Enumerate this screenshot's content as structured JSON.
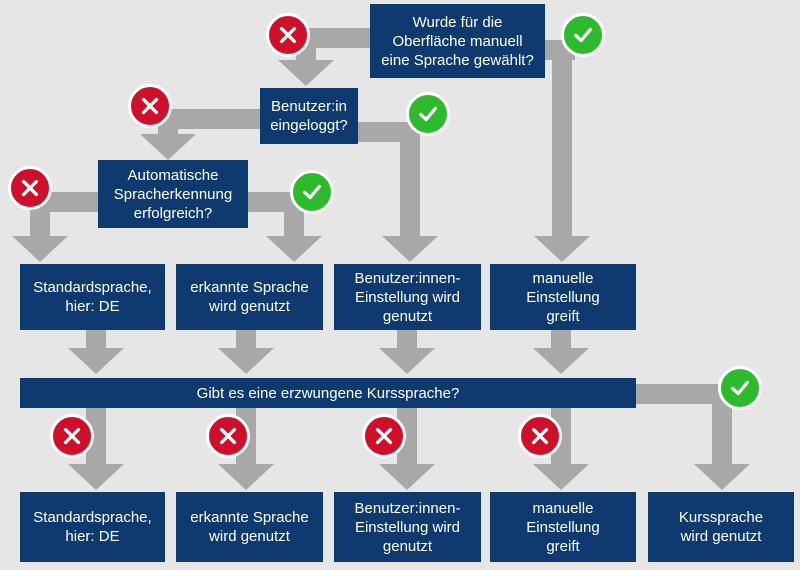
{
  "colors": {
    "box": "#0e3a70",
    "connector": "#a8a8a8",
    "no_badge": "#d0102a",
    "yes_badge": "#2dba2d",
    "background": "#e6e6e6"
  },
  "icons": {
    "no": "x-icon",
    "yes": "checkmark-icon"
  },
  "questions": {
    "manual_language": "Wurde für die\nOberfläche manuell\neine Sprache gewählt?",
    "logged_in": "Benutzer:in\neingeloggt?",
    "auto_detection": "Automatische\nSpracherkennung\nerfolgreich?",
    "forced_course_language": "Gibt es eine erzwungene Kurssprache?"
  },
  "results_top": [
    "Standardsprache,\nhier: DE",
    "erkannte Sprache\nwird genutzt",
    "Benutzer:innen-\nEinstellung wird\ngenutzt",
    "manuelle\nEinstellung\ngreift"
  ],
  "results_bottom": [
    "Standardsprache,\nhier: DE",
    "erkannte Sprache\nwird genutzt",
    "Benutzer:innen-\nEinstellung wird\ngenutzt",
    "manuelle\nEinstellung\ngreift",
    "Kurssprache\nwird genutzt"
  ]
}
